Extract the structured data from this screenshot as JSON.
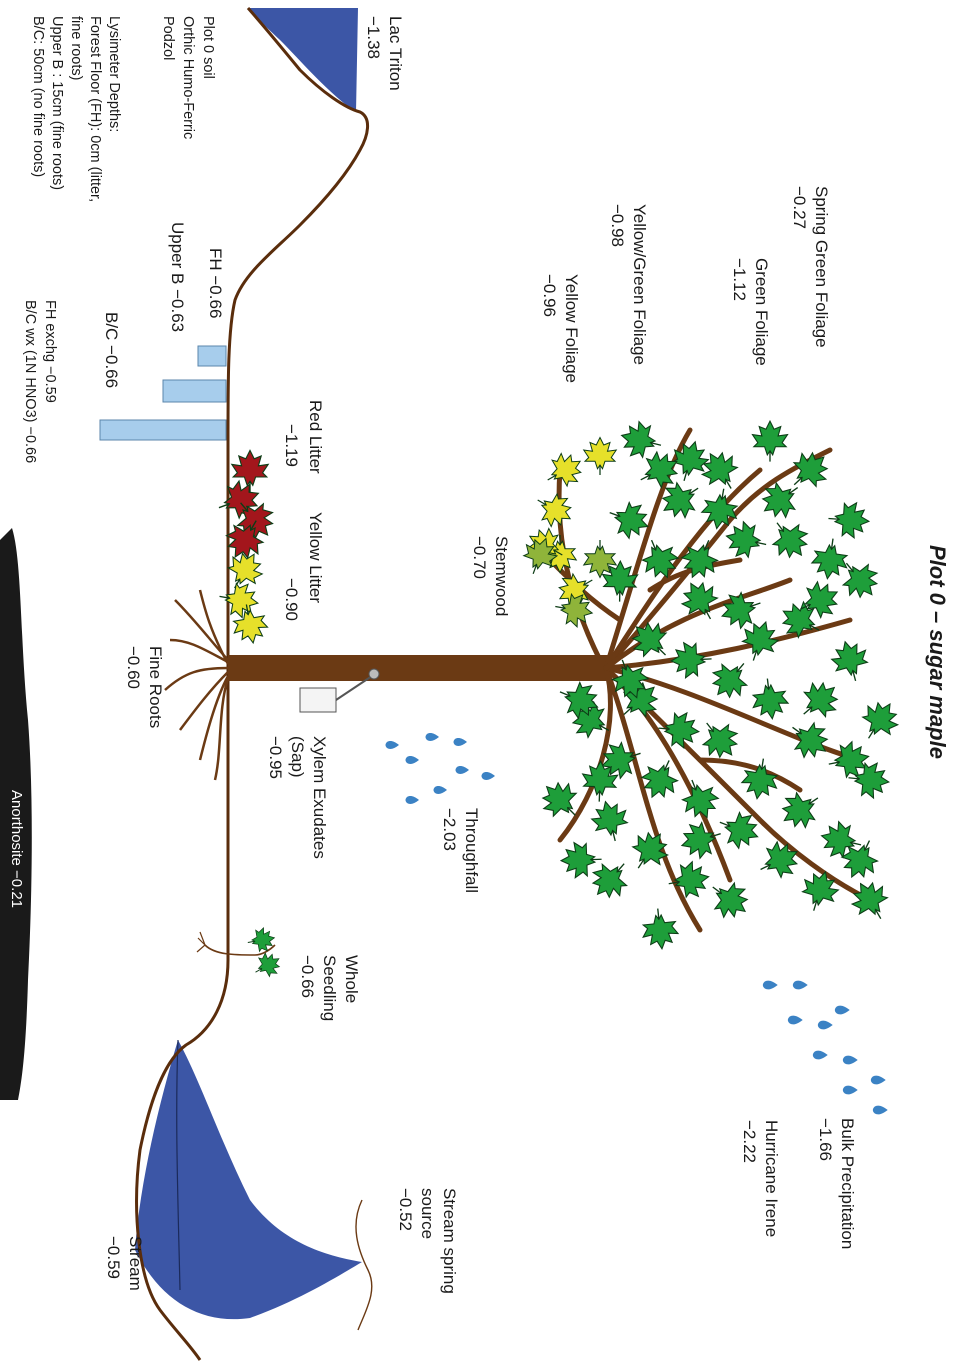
{
  "title": "Plot 0 – sugar maple",
  "labels": {
    "spring_green": [
      "Spring Green Foliage",
      "−0.27"
    ],
    "green": [
      "Green Foliage",
      "−1.12"
    ],
    "yellow_green": [
      "Yellow/Green Foliage",
      "−0.98"
    ],
    "yellow": [
      "Yellow Foliage",
      "−0.96"
    ],
    "stemwood": [
      "Stemwood",
      "−0.70"
    ],
    "red_litter": [
      "Red Litter",
      "−1.19"
    ],
    "yellow_litter": [
      "Yellow Litter",
      "−0.90"
    ],
    "fine_roots": [
      "Fine Roots",
      "−0.60"
    ],
    "xylem": [
      "Xylem Exudates",
      "(Sap)",
      "−0.95"
    ],
    "throughfall": [
      "Throughfall",
      "−2.03"
    ],
    "seedling": [
      "Whole",
      "Seedling",
      "−0.66"
    ],
    "bulk": [
      "Bulk Precipitation",
      "−1.66"
    ],
    "irene": [
      "Hurricane Irene",
      "−2.22"
    ],
    "spring_source": [
      "Stream spring",
      "source",
      "−0.52"
    ],
    "stream": [
      "Stream",
      "−0.59"
    ],
    "lac": [
      "Lac Triton",
      "−1.38"
    ],
    "fh": "FH −0.66",
    "upper_b": "Upper B −0.63",
    "bc": "B/C −0.66",
    "fh_exchg": "FH exchg −0.59",
    "bc_wx": "B/C wx (1N HNO3) −0.66",
    "anorthosite": "Anorthosite −0.21"
  },
  "soil_info": [
    "Plot 0 soil",
    "Orthic Humo-Ferric",
    "Podzol"
  ],
  "lysimeter_info": [
    "Lysimeter Depths:",
    "Forest Floor (FH): 0cm (litter,",
    "fine roots)",
    "Upper B : 15cm (fine roots)",
    "B/C: 50cm (no fine roots)"
  ],
  "lysimeters": [
    {
      "name": "FH",
      "depth_cm": 0
    },
    {
      "name": "Upper B",
      "depth_cm": 15
    },
    {
      "name": "B/C",
      "depth_cm": 50
    }
  ],
  "colors": {
    "water": "#3c56a6",
    "trunk": "#6b3a14",
    "ground": "#5a2d0c",
    "leaf": "#1e9e3a",
    "leaf_yellow": "#e6e02a",
    "leaf_red": "#a3161c",
    "lysimeter": "#a7cdec",
    "bedrock": "#1a1a1a",
    "drop": "#3b82c4"
  }
}
